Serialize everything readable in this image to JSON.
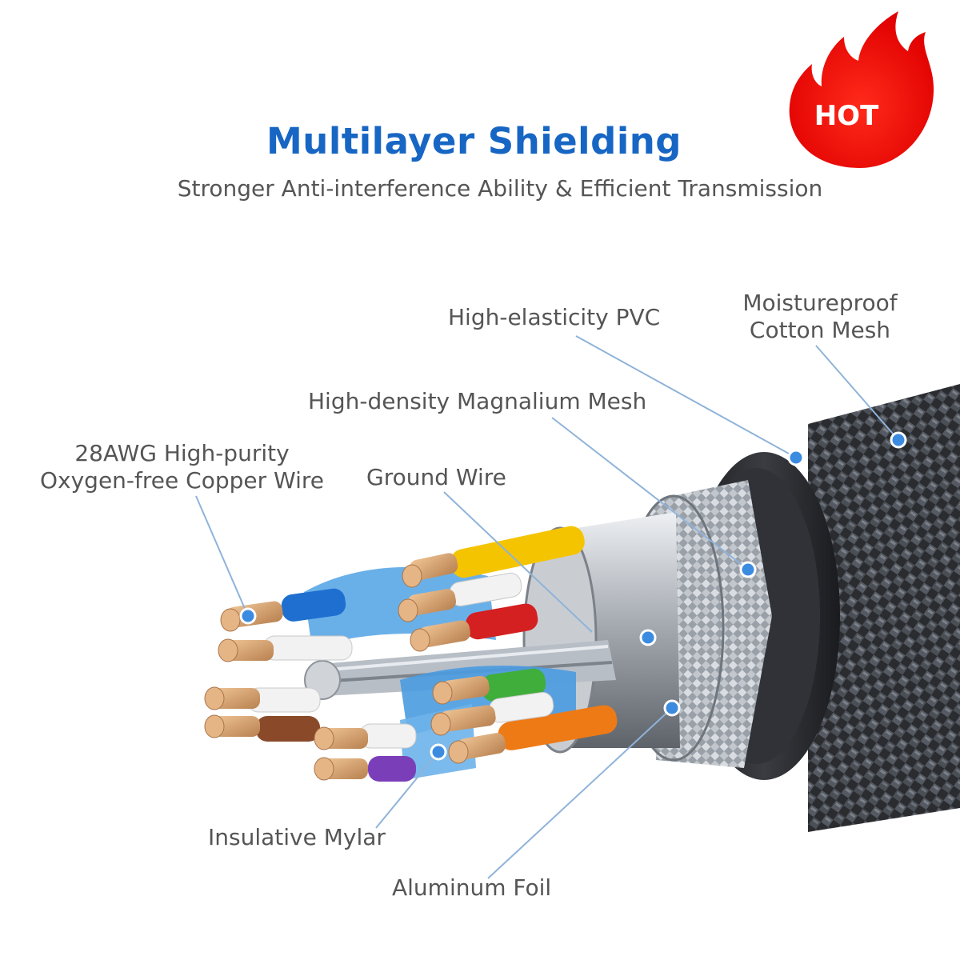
{
  "badge": {
    "text": "HOT",
    "color": "#ff0000"
  },
  "header": {
    "title": "Multilayer Shielding",
    "subtitle": "Stronger Anti-interference Ability & Efficient Transmission",
    "title_color": "#1766c4"
  },
  "callouts": {
    "pvc": "High-elasticity PVC",
    "cotton_line1": "Moistureproof",
    "cotton_line2": "Cotton Mesh",
    "magnalium": "High-density Magnalium Mesh",
    "copper_line1": "28AWG High-purity",
    "copper_line2": "Oxygen-free Copper Wire",
    "ground": "Ground Wire",
    "mylar": "Insulative Mylar",
    "foil": "Aluminum Foil"
  },
  "colors": {
    "leader_line": "#8fb3d9",
    "callout_dot": "#3b8be0",
    "jacket": "#2b2d31",
    "copper": "#d9a774",
    "pair_colors": [
      "#f5c400",
      "#1e6fd0",
      "#d42020",
      "#3fae3a",
      "#8a4a2a",
      "#ee7a16",
      "#7a3fb8"
    ]
  }
}
